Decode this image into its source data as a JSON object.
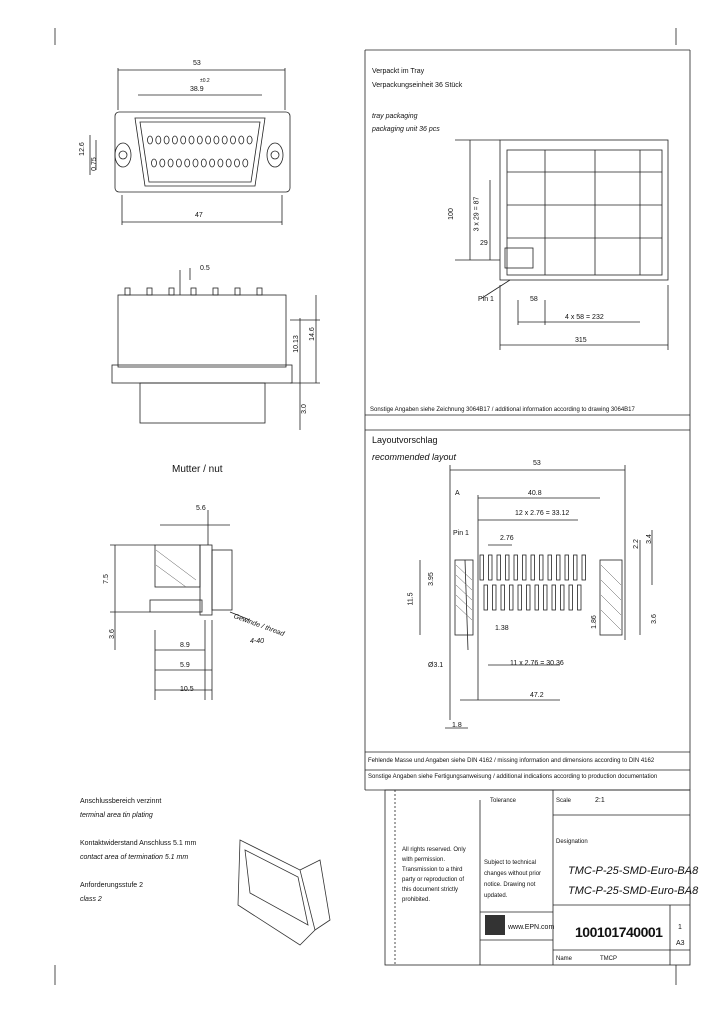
{
  "top_left_drawing": {
    "dim_total": "53",
    "dim_tol_a": "±0.2",
    "dim_inner": "38.9",
    "dim_height": "12.6",
    "dim_pitch": "0.75",
    "dim_bottom": "47",
    "dim_small": "0.5",
    "dim_side_a": "10.13",
    "dim_side_b": "14.6",
    "dim_side_c": "3.0"
  },
  "nut_section": {
    "title": "Mutter / nut",
    "dim_top": "5.6",
    "dim_a": "8.9",
    "dim_b": "5.9",
    "dim_c": "10.5",
    "dim_v1": "7.5",
    "dim_v2": "3.6",
    "thread_label": "Gewinde / thread",
    "thread_spec": "4-40"
  },
  "tray": {
    "label_de": "Verpackt im Tray",
    "label_de2": "Verpackungseinheit 36 Stück",
    "label_en": "tray packaging",
    "label_en2": "packaging unit 36 pcs",
    "pin_label": "Pin 1",
    "dim_vertical": "3 x 29 = 87",
    "dim_h": "29",
    "dim_pitch": "58",
    "dim_total": "4 x 58 = 232",
    "dim_outer": "315",
    "dim_left": "100",
    "note": "Sonstige Angaben siehe Zeichnung 3064B17 / additional information according to drawing 3064B17"
  },
  "layout": {
    "title_de": "Layoutvorschlag",
    "title_en": "recommended layout",
    "dim_total": "53",
    "dim_a": "40.8",
    "dim_pitch": "12 x 2.76 = 33.12",
    "dim_276": "2.76",
    "dim_pin": "Pin 1",
    "dim_138": "1.38",
    "dim_row2": "11 x 2.76 = 30.36",
    "dim_bottom": "47.2",
    "dim_side": "11.5",
    "dim_v": "3.95",
    "dim_right_a": "2.2",
    "dim_right_b": "3.4",
    "dim_right_c": "1.86",
    "dim_right_d": "3.6",
    "dim_d": "Ø3.1",
    "label_a": "A",
    "label_b": "1.8"
  },
  "notes": {
    "missing": "Fehlende Masse und Angaben siehe DIN 4162 / missing information and dimensions according to DIN 4162",
    "other": "Sonstige Angaben siehe Fertigungsanweisung / additional indications according to production documentation"
  },
  "bottom_left": {
    "line1_de": "Anschlussbereich verzinnt",
    "line1_en": "terminal area tin plating",
    "line2_de": "Kontaktwiderstand Anschluss 5.1 mm",
    "line2_en": "contact area of termination 5.1 mm",
    "line3_de": "Anforderungsstufe 2",
    "line3_en": "class 2"
  },
  "title_block": {
    "scale_label": "Scale",
    "scale_value": "2:1",
    "tolerance_label": "Tolerance",
    "designation_label": "Designation",
    "name_de": "TMC-P-25-SMD-Euro-BA8",
    "name_en": "TMC-P-25-SMD-Euro-BA8",
    "rights_text": "All rights reserved. Only with permission. Transmission to a third party or reproduction of this document strictly prohibited.",
    "subject_text": "Subject to technical changes without prior notice. Drawing not updated.",
    "website": "www.EPN.com",
    "part_number": "100101740001",
    "sheet": "A3",
    "rev": "1",
    "footer_label": "Name",
    "footer_value": "TMCP"
  }
}
